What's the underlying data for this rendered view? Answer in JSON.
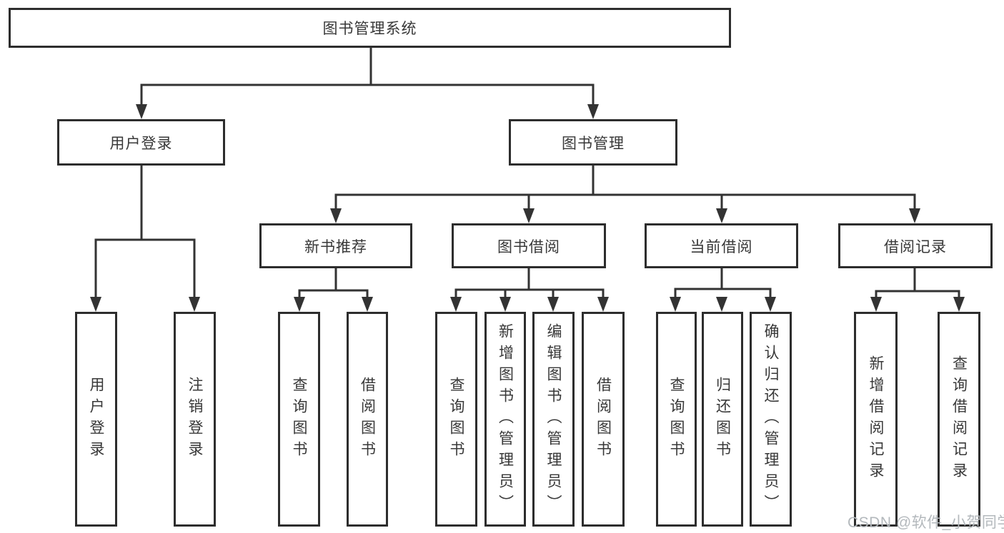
{
  "diagram_title": "图书管理系统",
  "colors": {
    "box_border": "#2d2d2d",
    "connector_line": "#333333",
    "text": "#383838",
    "background": "#ffffff",
    "watermark_text": "#b3b8bc"
  },
  "nodes": {
    "root": "图书管理系统",
    "user_login": "用户登录",
    "book_management": "图书管理",
    "new_book_recommend": "新书推荐",
    "book_borrow": "图书借阅",
    "current_borrow": "当前借阅",
    "borrow_records": "借阅记录",
    "user_login_leaf": "用户登录",
    "logout_leaf": "注销登录",
    "nbr_query_books": "查询图书",
    "nbr_borrow_books": "借阅图书",
    "bb_query_books": "查询图书",
    "bb_add_books": "新增图书（管理员）",
    "bb_edit_books": "编辑图书（管理员）",
    "bb_borrow_books": "借阅图书",
    "cb_query_books": "查询图书",
    "cb_return_books": "归还图书",
    "cb_confirm_return": "确认归还（管理员）",
    "br_add_record": "新增借阅记录",
    "br_query_record": "查询借阅记录"
  },
  "hierarchy": {
    "图书管理系统": {
      "用户登录": [
        "用户登录",
        "注销登录"
      ],
      "图书管理": {
        "新书推荐": [
          "查询图书",
          "借阅图书"
        ],
        "图书借阅": [
          "查询图书",
          "新增图书（管理员）",
          "编辑图书（管理员）",
          "借阅图书"
        ],
        "当前借阅": [
          "查询图书",
          "归还图书",
          "确认归还（管理员）"
        ],
        "借阅记录": [
          "新增借阅记录",
          "查询借阅记录"
        ]
      }
    }
  },
  "watermark": "CSDN @软件_小贺同学"
}
